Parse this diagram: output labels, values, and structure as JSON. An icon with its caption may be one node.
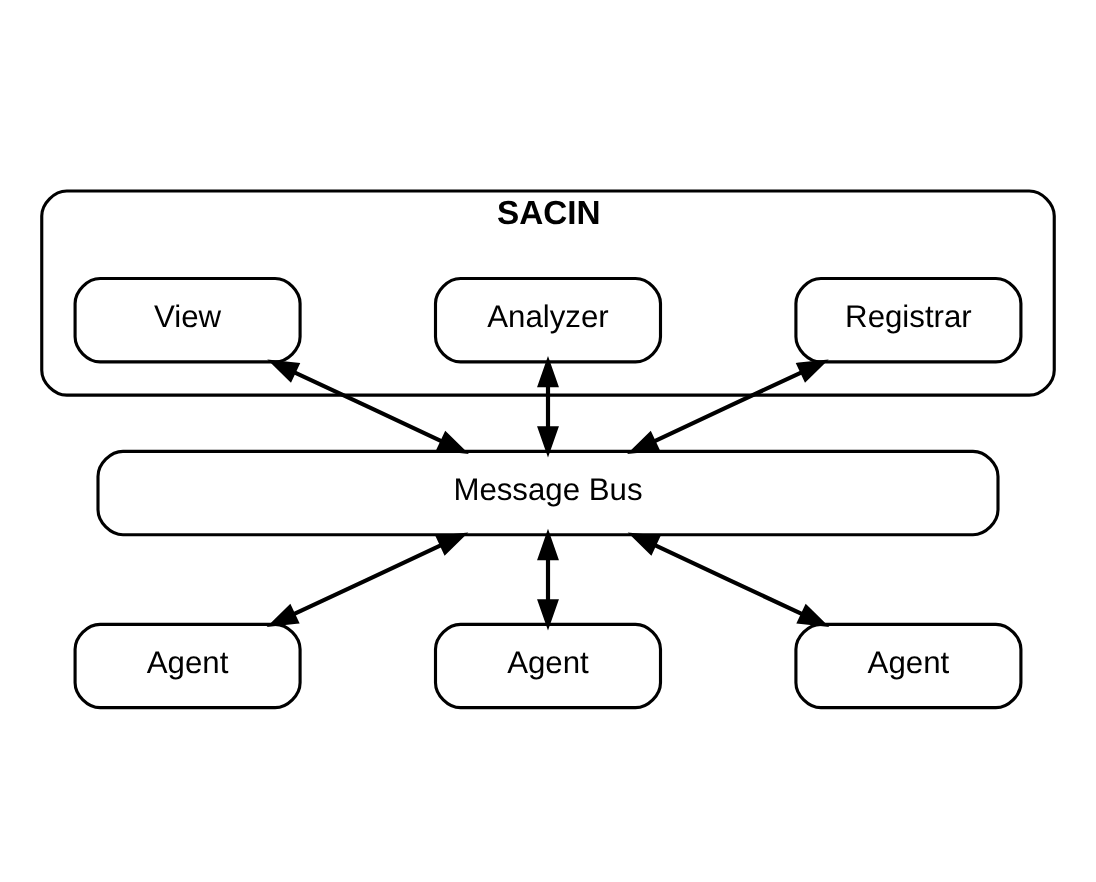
{
  "diagram": {
    "nodes": [
      {
        "text": [
          "SACIN"
        ]
      },
      {
        "text": [
          "Registrar"
        ],
        "in": 0
      },
      {
        "text": [
          "Analyzer"
        ],
        "in": 0
      },
      {
        "text": [
          "View"
        ],
        "in": 0
      },
      {
        "text": [
          "Message Bus"
        ]
      },
      {
        "text": [
          "Agent"
        ]
      },
      {
        "text": [
          "Agent"
        ]
      },
      {
        "text": [
          "Agent"
        ]
      }
    ],
    "edges": [
      {
        "from": 1,
        "to": 4,
        "arrow": "both"
      },
      {
        "from": 2,
        "to": 4,
        "arrow": "both"
      },
      {
        "from": 3,
        "to": 4,
        "arrow": "both"
      },
      {
        "from": 4,
        "to": 5,
        "arrow": "both"
      },
      {
        "from": 4,
        "to": 6,
        "arrow": "both"
      },
      {
        "from": 4,
        "to": 7,
        "arrow": "both"
      }
    ]
  }
}
